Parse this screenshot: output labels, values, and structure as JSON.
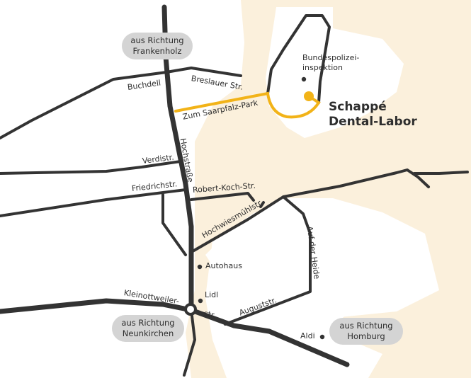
{
  "map": {
    "destination": {
      "line1": "Schappé",
      "line2": "Dental-Labor"
    },
    "directions": [
      {
        "line1": "aus Richtung",
        "line2": "Frankenholz"
      },
      {
        "line1": "aus Richtung",
        "line2": "Neunkirchen"
      },
      {
        "line1": "aus Richtung",
        "line2": "Homburg"
      }
    ],
    "streets": {
      "buchdell": "Buchdell",
      "breslauer": "Breslauer Str.",
      "saarpfalz": "Zum Saarpfalz-Park",
      "hochstrasse": "Hochstraße",
      "verdistr": "Verdistr.",
      "friedrichstr": "Friedrichstr.",
      "robert_koch": "Robert-Koch-Str.",
      "hochwiesmuehl": "Hochwiesmühlstr.",
      "auf_der_heide": "Auf der Heide",
      "kleinottweiler_1": "Kleinottweiler-",
      "kleinottweiler_2": "str.",
      "auguststr": "Auguststr."
    },
    "pois": {
      "bundespolizei_1": "Bundespolizei-",
      "bundespolizei_2": "inspektion",
      "autohaus": "Autohaus",
      "lidl": "Lidl",
      "aldi": "Aldi"
    },
    "colors": {
      "route": "#f2b318",
      "road": "#333333",
      "area": "#fbf0dc",
      "pill": "#d4d4d4"
    }
  }
}
